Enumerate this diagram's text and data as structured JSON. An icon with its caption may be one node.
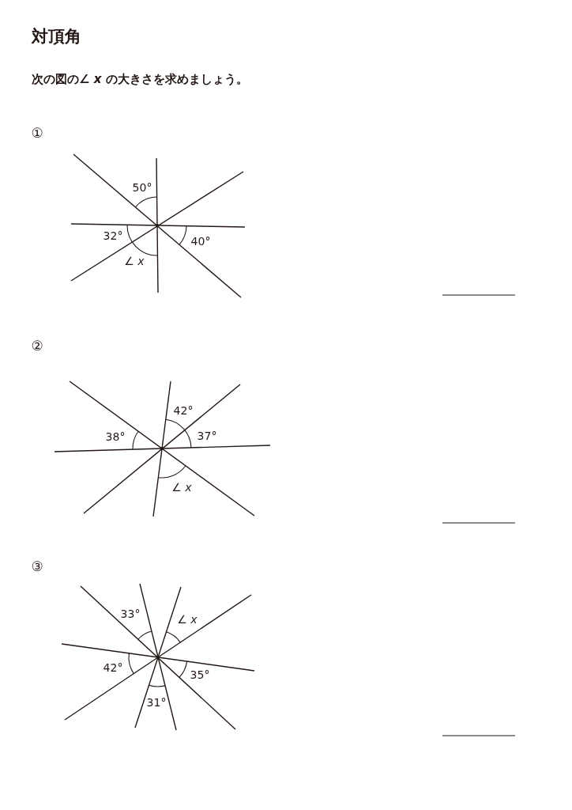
{
  "diagram": {
    "title": "対頂角",
    "labels": [
      "次の図の∠ *x* の大きさを求めましょう。",
      "①",
      "50°",
      "32°",
      "40°",
      "∠ *x*",
      "②",
      "42°",
      "38°",
      "37°",
      "∠ *x*",
      "③",
      "33°",
      "∠ *x*",
      "42°",
      "35°",
      "31°"
    ]
  }
}
